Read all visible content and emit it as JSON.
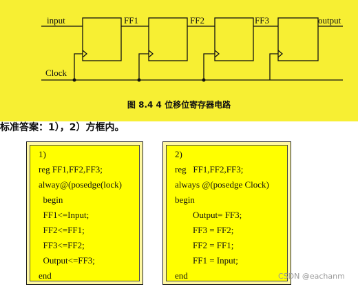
{
  "circuit": {
    "input_label": "input",
    "output_label": "output",
    "clock_label": "Clock",
    "stage_labels": [
      "FF1",
      "FF2",
      "FF3"
    ]
  },
  "figure_caption": "图 8.4   4 位移位寄存器电路",
  "answer_text": "标准答案：1），2）方框内。",
  "box1": {
    "title": "1)",
    "lines": [
      "reg FF1,FF2,FF3;",
      "alway@(posedge(lock)",
      "  begin",
      "  FF1<=Input;",
      "  FF2<=FF1;",
      "  FF3<=FF2;",
      "  Output<=FF3;",
      "end"
    ]
  },
  "box2": {
    "title": "2)",
    "lines": [
      "reg   FF1,FF2,FF3;",
      "always @(posedge Clock)",
      "begin",
      "        Output= FF3;",
      "        FF3 = FF2;",
      "        FF2 = FF1;",
      "        FF1 = Input;",
      "end"
    ]
  },
  "watermark": "CSDN @eachanm"
}
